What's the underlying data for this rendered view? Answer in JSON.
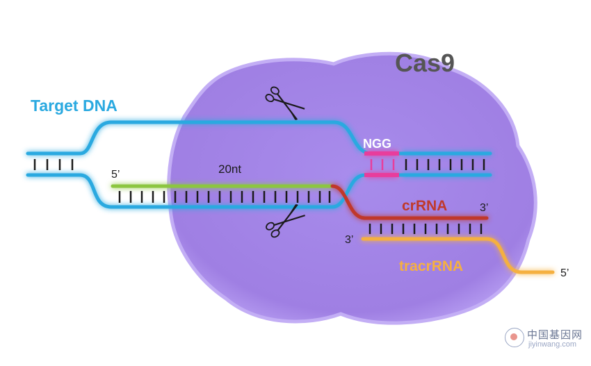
{
  "labels": {
    "cas9": "Cas9",
    "target_dna": "Target DNA",
    "ngg": "NGG",
    "five_prime_left": "5’",
    "twenty_nt": "20nt",
    "crrna": "crRNA",
    "three_prime_crrna": "3’",
    "three_prime_tracr": "3’",
    "tracrrna": "tracrRNA",
    "five_prime_right": "5’"
  },
  "watermark": {
    "cn": "中国基因网",
    "en": "jiyinwang.com"
  },
  "colors": {
    "cas9_fill": "#a68ae6",
    "cas9_title": "#555555",
    "dna": "#2aa9e0",
    "crrna_guide": "#8cc63f",
    "crrna": "#c0392b",
    "tracrrna": "#f5b041",
    "pam": "#e83e9c",
    "rungs": "#1a1a1a"
  },
  "icons": [
    "scissors-icon-top",
    "scissors-icon-bottom"
  ]
}
